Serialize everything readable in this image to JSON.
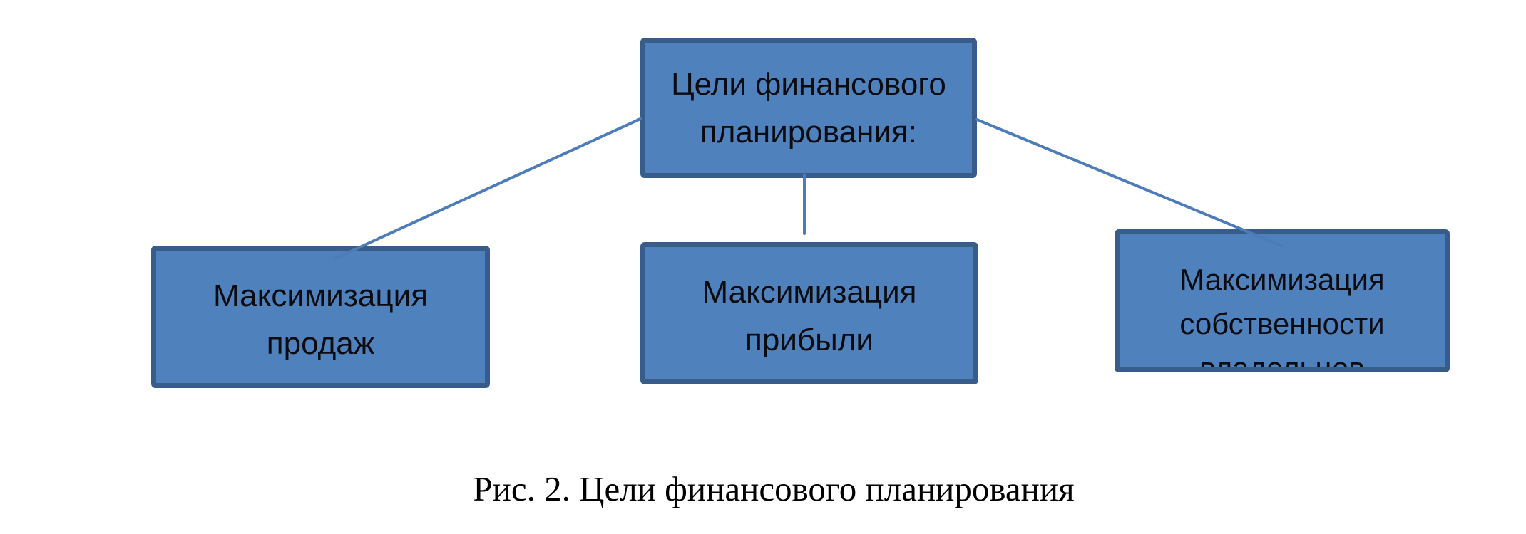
{
  "diagram": {
    "nodes": [
      {
        "id": "root",
        "lines": [
          "Цели финансового",
          "планирования:"
        ]
      },
      {
        "id": "sales",
        "lines": [
          "Максимизация",
          "продаж"
        ]
      },
      {
        "id": "profit",
        "lines": [
          "Максимизация",
          "прибыли"
        ]
      },
      {
        "id": "ownership",
        "lines": [
          "Максимизация",
          "собственности",
          "владельцев"
        ]
      }
    ],
    "connections": [
      {
        "from": "root",
        "to": "sales"
      },
      {
        "from": "root",
        "to": "profit"
      },
      {
        "from": "root",
        "to": "ownership"
      }
    ]
  },
  "caption": "Рис. 2. Цели финансового планирования",
  "colors": {
    "box_fill": "#4f81bd",
    "box_border": "#385d8a",
    "connector": "#4e7cb8",
    "box_text": "#0b0b10",
    "caption_text": "#000000",
    "page_bg": "#ffffff"
  }
}
